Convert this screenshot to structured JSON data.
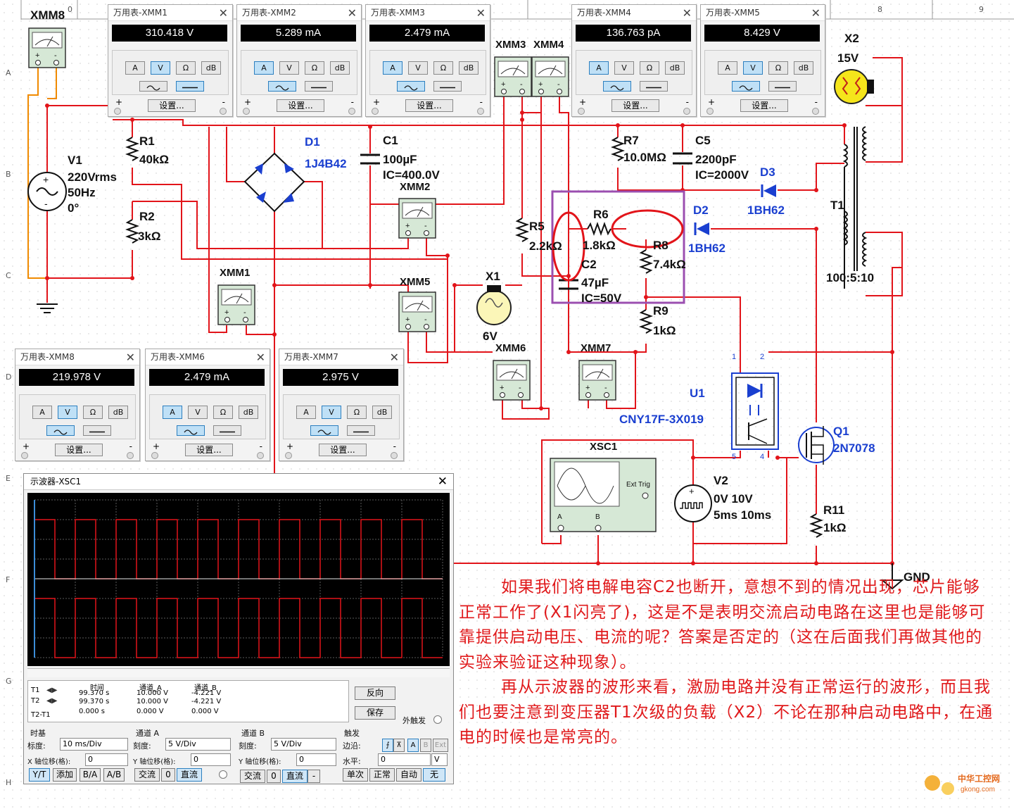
{
  "ruler": {
    "columns": [
      "0",
      "8",
      "9"
    ],
    "rows": [
      "A",
      "B",
      "C",
      "D",
      "E",
      "F",
      "G",
      "H"
    ]
  },
  "components": {
    "xmm8_label": "XMM8",
    "v1": {
      "name": "V1",
      "line1": "220Vrms",
      "line2": "50Hz",
      "line3": "0°"
    },
    "r1": {
      "name": "R1",
      "value": "40kΩ"
    },
    "r2": {
      "name": "R2",
      "value": "3kΩ"
    },
    "d1": {
      "name": "D1",
      "part": "1J4B42"
    },
    "c1": {
      "name": "C1",
      "value": "100µF",
      "ic": "IC=400.0V"
    },
    "xmm2_label": "XMM2",
    "xmm3_label": "XMM3",
    "xmm4_label": "XMM4",
    "r7": {
      "name": "R7",
      "value": "10.0MΩ"
    },
    "c5": {
      "name": "C5",
      "value": "2200pF",
      "ic": "IC=2000V"
    },
    "d3": {
      "name": "D3",
      "part": "1BH62"
    },
    "d2": {
      "name": "D2",
      "part": "1BH62"
    },
    "x2": {
      "name": "X2",
      "value": "15V"
    },
    "t1": {
      "name": "T1",
      "ratio": "100:5:10"
    },
    "r5": {
      "name": "R5",
      "value": "2.2kΩ"
    },
    "r6": {
      "name": "R6",
      "value": "1.8kΩ"
    },
    "r8": {
      "name": "R8",
      "value": "7.4kΩ"
    },
    "c2": {
      "name": "C2",
      "value": "47µF",
      "ic": "IC=50V"
    },
    "r9": {
      "name": "R9",
      "value": "1kΩ"
    },
    "xmm1_label": "XMM1",
    "xmm5_label": "XMM5",
    "x1": {
      "name": "X1",
      "value": "6V"
    },
    "xmm6_label": "XMM6",
    "xmm7_label": "XMM7",
    "u1": {
      "name": "U1",
      "part": "CNY17F-3X019",
      "pin1": "1",
      "pin2": "2",
      "pin4": "4",
      "pin5": "5"
    },
    "q1": {
      "name": "Q1",
      "part": "2N7078"
    },
    "xsc1": {
      "name": "XSC1",
      "ext_trig": "Ext Trig",
      "a": "A",
      "b": "B"
    },
    "v2": {
      "name": "V2",
      "line1": "0V 10V",
      "line2": "5ms 10ms"
    },
    "r11": {
      "name": "R11",
      "value": "1kΩ"
    },
    "gnd": "GND"
  },
  "meters": [
    {
      "title": "万用表-XMM1",
      "reading": "310.418 V",
      "mode": "V",
      "wave": "dc"
    },
    {
      "title": "万用表-XMM2",
      "reading": "5.289 mA",
      "mode": "A",
      "wave": "ac"
    },
    {
      "title": "万用表-XMM3",
      "reading": "2.479 mA",
      "mode": "A",
      "wave": "ac"
    },
    {
      "title": "万用表-XMM4",
      "reading": "136.763 pA",
      "mode": "A",
      "wave": "ac"
    },
    {
      "title": "万用表-XMM5",
      "reading": "8.429 V",
      "mode": "V",
      "wave": "ac"
    },
    {
      "title": "万用表-XMM8",
      "reading": "219.978 V",
      "mode": "V",
      "wave": "ac"
    },
    {
      "title": "万用表-XMM6",
      "reading": "2.479 mA",
      "mode": "A",
      "wave": "ac"
    },
    {
      "title": "万用表-XMM7",
      "reading": "2.975 V",
      "mode": "V",
      "wave": "ac"
    }
  ],
  "meter_ui": {
    "btn_a": "A",
    "btn_v": "V",
    "btn_ohm": "Ω",
    "btn_db": "dB",
    "settings": "设置...",
    "plus": "+",
    "minus": "-"
  },
  "scope": {
    "title": "示波器-XSC1",
    "readout": {
      "h_time": "时间",
      "h_cha": "通道_A",
      "h_chb": "通道_B",
      "t1": "T1",
      "t2": "T2",
      "t21": "T2-T1",
      "t1_time": "99.370 s",
      "t1_a": "10.000 V",
      "t1_b": "-4.221 V",
      "t2_time": "99.370 s",
      "t2_a": "10.000 V",
      "t2_b": "-4.221 V",
      "d_time": "0.000 s",
      "d_a": "0.000 V",
      "d_b": "0.000 V"
    },
    "btn_reverse": "反向",
    "btn_save": "保存",
    "ext_trigger": "外触发",
    "timebase": {
      "title": "时基",
      "scale_label": "标度:",
      "scale": "10 ms/Div",
      "xpos_label": "X 轴位移(格):",
      "xpos": "0",
      "yt": "Y/T",
      "add": "添加",
      "ba": "B/A",
      "ab": "A/B"
    },
    "cha": {
      "title": "通道 A",
      "scale_label": "刻度:",
      "scale": "5 V/Div",
      "ypos_label": "Y 轴位移(格):",
      "ypos": "0",
      "ac": "交流",
      "zero": "0",
      "dc": "直流"
    },
    "chb": {
      "title": "通道 B",
      "scale_label": "刻度:",
      "scale": "5 V/Div",
      "ypos_label": "Y 轴位移(格):",
      "ypos": "0",
      "ac": "交流",
      "zero": "0",
      "dc": "直流",
      "minus": "-"
    },
    "trigger": {
      "title": "触发",
      "edge_label": "边沿:",
      "level_label": "水平:",
      "level": "0",
      "unit": "V",
      "a": "A",
      "b": "B",
      "ext": "Ext",
      "single": "单次",
      "normal": "正常",
      "auto": "自动",
      "none": "无"
    }
  },
  "article": {
    "p1": "如果我们将电解电容C2也断开，意想不到的情况出现，芯片能够正常工作了(X1闪亮了)，这是不是表明交流启动电路在这里也是能够可靠提供启动电压、电流的呢？答案是否定的（这在后面我们再做其他的实验来验证这种现象）。",
    "p2": "再从示波器的波形来看，激励电路并没有正常运行的波形，而且我们也要注意到变压器T1次级的负载（X2）不论在那种启动电路中，在通电的时候也是常亮的。"
  },
  "watermark": {
    "line1": "中华工控网",
    "line2": "gkong.com"
  },
  "colors": {
    "wire": "#e2141a",
    "wire_orange": "#f08a00",
    "probe": "#e2141a",
    "highlight": "#9b4fb0",
    "label_blue": "#1a3fd0",
    "article": "#e0191b"
  }
}
